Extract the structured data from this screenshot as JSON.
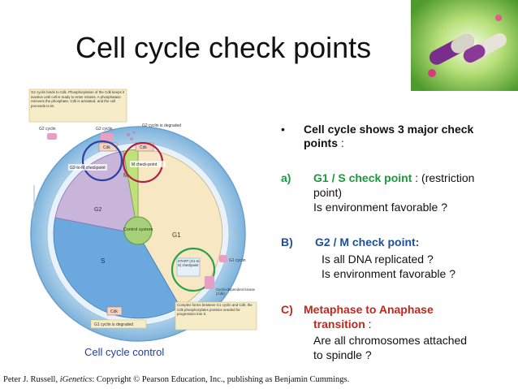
{
  "slide": {
    "title": "Cell cycle check points",
    "caption": "Cell cycle control",
    "credit_pre": "Peter J. Russell, ",
    "credit_italic": "iGenetics",
    "credit_post": ": Copyright © Pearson Education, Inc., publishing as Benjamin Cummings."
  },
  "bullets": {
    "intro_bold": "Cell cycle shows 3 major check",
    "intro_bold_2": "points",
    "intro_colon": " :",
    "a_letter": "a)",
    "a_title": "G1 / S check point",
    "a_rest": " : (restriction",
    "a_line2": "point)",
    "a_line3": "Is environment favorable ?",
    "b_letter": "B)",
    "b_title": "G2 / M  check point:",
    "b_line2": "Is all DNA replicated ?",
    "b_line3": "Is environment favorable ?",
    "c_letter": "C)",
    "c_title": "Metaphase to Anaphase",
    "c_title2": "transition",
    "c_colon": " :",
    "c_line2": "Are all chromosomes attached",
    "c_line3": "to spindle ?"
  },
  "diagram": {
    "box_top": "G2 cyclin binds to Cdk. Phosphorylation of the Cdk keeps it inactive until cell is ready to enter mitosis. A phosphatase removes the phosphate, Cdk is activated, and the cell proceeds to M.",
    "g2_cyclin_a": "G2 cyclin",
    "g2_cyclin_b": "G2 cyclin",
    "g2_degraded": "G2 cyclin is degraded",
    "cdk_1": "Cdk",
    "cdk_2": "Cdk",
    "g2m_checkpoint": "G2-to-M checkpoint",
    "m_checkpoint": "M check-point",
    "phase_m": "M",
    "phase_g2": "G2",
    "phase_s": "S",
    "phase_g1": "G1",
    "control_system": "Control system",
    "start_checkpoint": "START (G1-to-S) checkpoint",
    "g1_cyclin": "G1 cyclin",
    "cdk_label": "Cyclin-dependent kinase (Cdk)",
    "complex_box": "Complex forms between G1 cyclin and Cdk; the Cdk phosphorylates proteins needed for progression into S.",
    "cdk_3": "Cdk",
    "g1_degraded": "G1 cyclin is degraded"
  }
}
